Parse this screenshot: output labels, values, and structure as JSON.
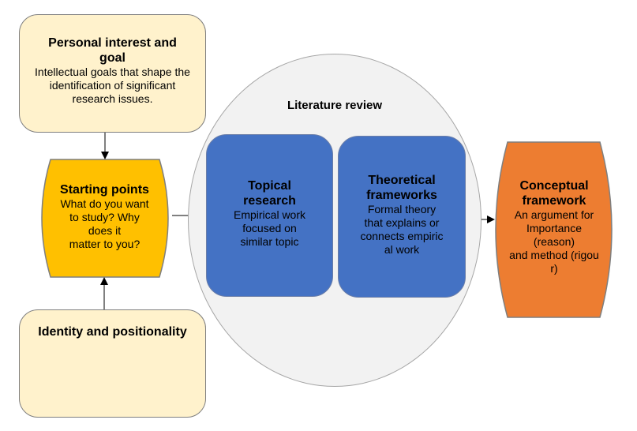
{
  "diagram": {
    "colors": {
      "cream_fill": "#fff2cc",
      "starting_fill": "#ffc000",
      "literature_fill": "#f2f2f2",
      "literature_border": "#a6a6a6",
      "blue_fill": "#4472c4",
      "conceptual_fill": "#ed7d31",
      "border": "#7f7f7f"
    },
    "personal_interest": {
      "title": "Personal interest and goal",
      "body": "Intellectual goals that shape the identification of significant research issues."
    },
    "starting_points": {
      "title": "Starting points",
      "body_lines": [
        "What do you want",
        "to study? Why",
        "does it",
        "matter to you?"
      ]
    },
    "identity": {
      "title": "Identity and positionality"
    },
    "literature_review": {
      "title": "Literature review",
      "topical": {
        "title_lines": [
          "Topical",
          "research"
        ],
        "body_lines": [
          "Empirical work",
          "focused on",
          "similar topic"
        ]
      },
      "theoretical": {
        "title_lines": [
          "Theoretical",
          "frameworks"
        ],
        "body_lines": [
          "Formal theory",
          "that explains or",
          "connects empiric",
          "al work"
        ]
      }
    },
    "conceptual": {
      "title_lines": [
        "Conceptual",
        "framework"
      ],
      "body_lines": [
        "An argument for",
        "Importance",
        "(reason)",
        "and method (rigou",
        "r)"
      ]
    },
    "connectors": [
      {
        "from": "personal_interest",
        "to": "starting_points"
      },
      {
        "from": "identity",
        "to": "starting_points"
      },
      {
        "from": "starting_points",
        "to": "literature_review"
      },
      {
        "from": "literature_review",
        "to": "conceptual"
      }
    ]
  }
}
